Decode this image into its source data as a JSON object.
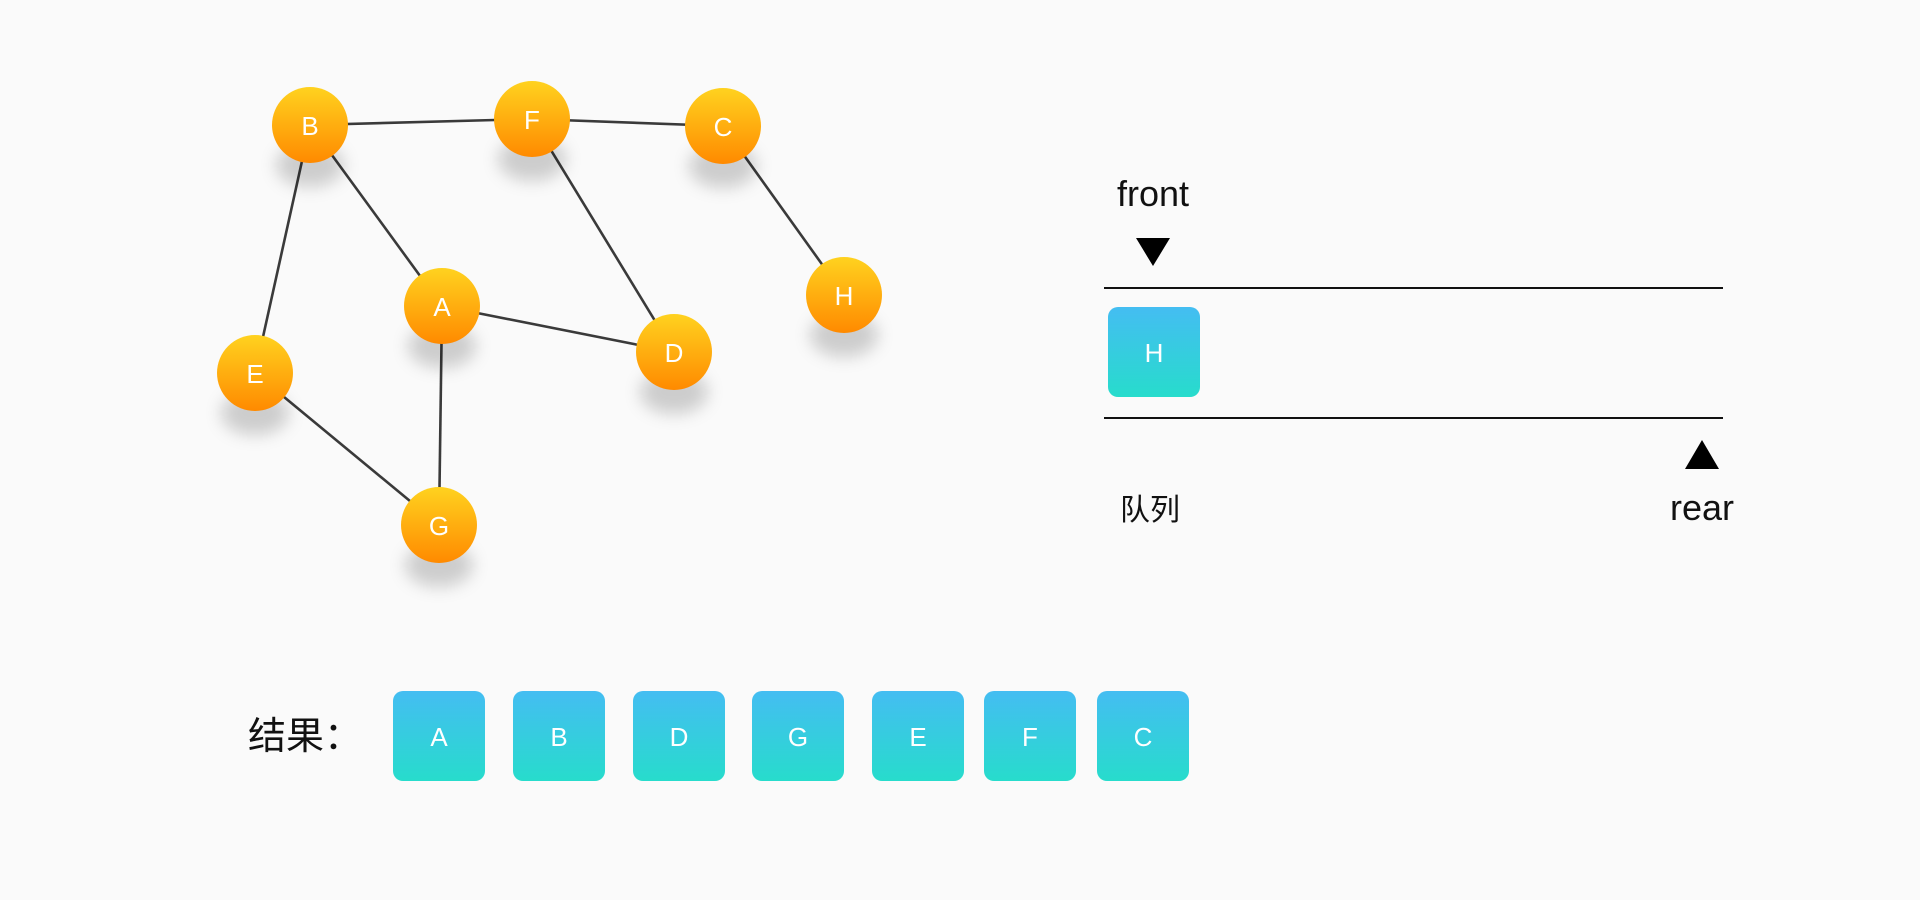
{
  "graph": {
    "nodes": [
      {
        "id": "B",
        "label": "B"
      },
      {
        "id": "F",
        "label": "F"
      },
      {
        "id": "C",
        "label": "C"
      },
      {
        "id": "H",
        "label": "H"
      },
      {
        "id": "A",
        "label": "A"
      },
      {
        "id": "D",
        "label": "D"
      },
      {
        "id": "E",
        "label": "E"
      },
      {
        "id": "G",
        "label": "G"
      }
    ],
    "edges": [
      [
        "B",
        "F"
      ],
      [
        "F",
        "C"
      ],
      [
        "C",
        "H"
      ],
      [
        "B",
        "A"
      ],
      [
        "B",
        "E"
      ],
      [
        "F",
        "D"
      ],
      [
        "A",
        "D"
      ],
      [
        "A",
        "G"
      ],
      [
        "E",
        "G"
      ]
    ],
    "node_color_top": "#ffd21f",
    "node_color_bottom": "#ff8a00"
  },
  "queue": {
    "front_label": "front",
    "rear_label": "rear",
    "name_label": "队列",
    "items": [
      "H"
    ]
  },
  "result": {
    "label": "结果：",
    "items": [
      "A",
      "B",
      "D",
      "G",
      "E",
      "F",
      "C"
    ]
  },
  "colors": {
    "box_top": "#44bdf2",
    "box_bottom": "#27dccc",
    "edge": "#3a3a3a"
  }
}
